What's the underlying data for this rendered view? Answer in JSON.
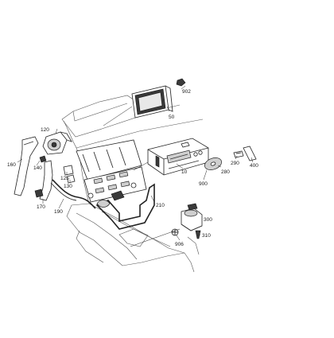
{
  "diagram": {
    "callouts": [
      {
        "id": "902",
        "label": "902"
      },
      {
        "id": "50",
        "label": "50"
      },
      {
        "id": "120",
        "label": "120"
      },
      {
        "id": "160",
        "label": "160"
      },
      {
        "id": "140",
        "label": "140"
      },
      {
        "id": "125",
        "label": "125"
      },
      {
        "id": "130",
        "label": "130"
      },
      {
        "id": "170",
        "label": "170"
      },
      {
        "id": "190",
        "label": "190"
      },
      {
        "id": "210",
        "label": "210"
      },
      {
        "id": "10",
        "label": "10"
      },
      {
        "id": "900",
        "label": "900"
      },
      {
        "id": "280",
        "label": "280"
      },
      {
        "id": "290",
        "label": "290"
      },
      {
        "id": "400",
        "label": "400"
      },
      {
        "id": "300",
        "label": "300"
      },
      {
        "id": "906",
        "label": "906"
      },
      {
        "id": "310",
        "label": "310"
      }
    ]
  }
}
